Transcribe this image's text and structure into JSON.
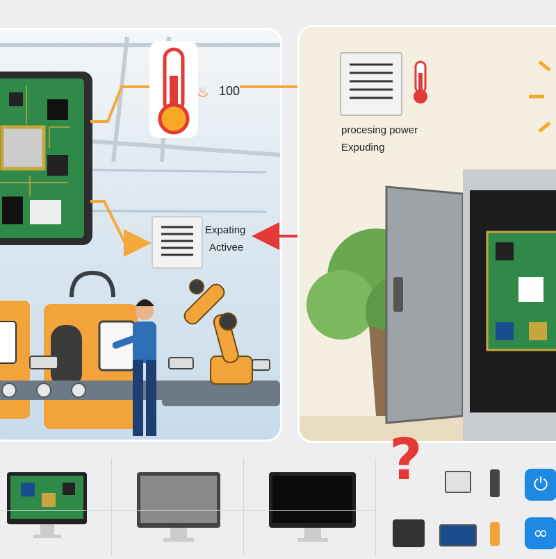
{
  "top_left": {
    "temperature_value": "100"
  },
  "top_right": {
    "processing_label": "procesing power",
    "expanding_label": "Expuding"
  },
  "middle_left": {
    "vent_label_line1": "Expating",
    "vent_label_line2": "Activee"
  },
  "colors": {
    "accent_blue": "#1e88e5",
    "arrow_orange": "#f4a93a",
    "arrow_red": "#e53935",
    "question_red": "#e53935"
  },
  "icons": [
    "thermometer-icon",
    "fire-icon",
    "vent-icon",
    "sun-icon",
    "question-icon",
    "power-icon",
    "link-icon",
    "plug-icon"
  ]
}
